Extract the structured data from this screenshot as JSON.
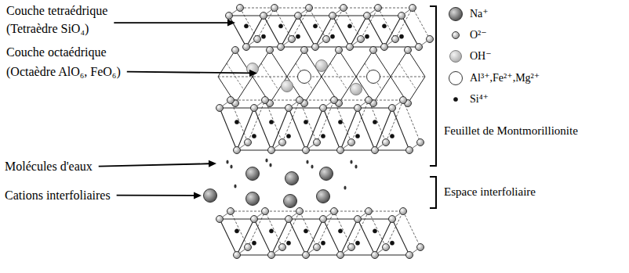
{
  "diagram": {
    "labels": [
      "Couche tetraédrique",
      "(Tetraèdre SiO₄)",
      "Couche octaédrique",
      "(Octaèdre AlO₆, FeO₆)",
      "Molécules d'eaux",
      "Cations interfoliaires",
      "Feuillet de Montmorillionite",
      "Espace interfoliaire"
    ],
    "legend": [
      {
        "text": "Na⁺"
      },
      {
        "text": "O²⁻"
      },
      {
        "text": "OH⁻"
      },
      {
        "text": "Al³⁺,Fe²⁺,Mg²⁺"
      },
      {
        "text": "Si⁴⁺"
      }
    ]
  }
}
